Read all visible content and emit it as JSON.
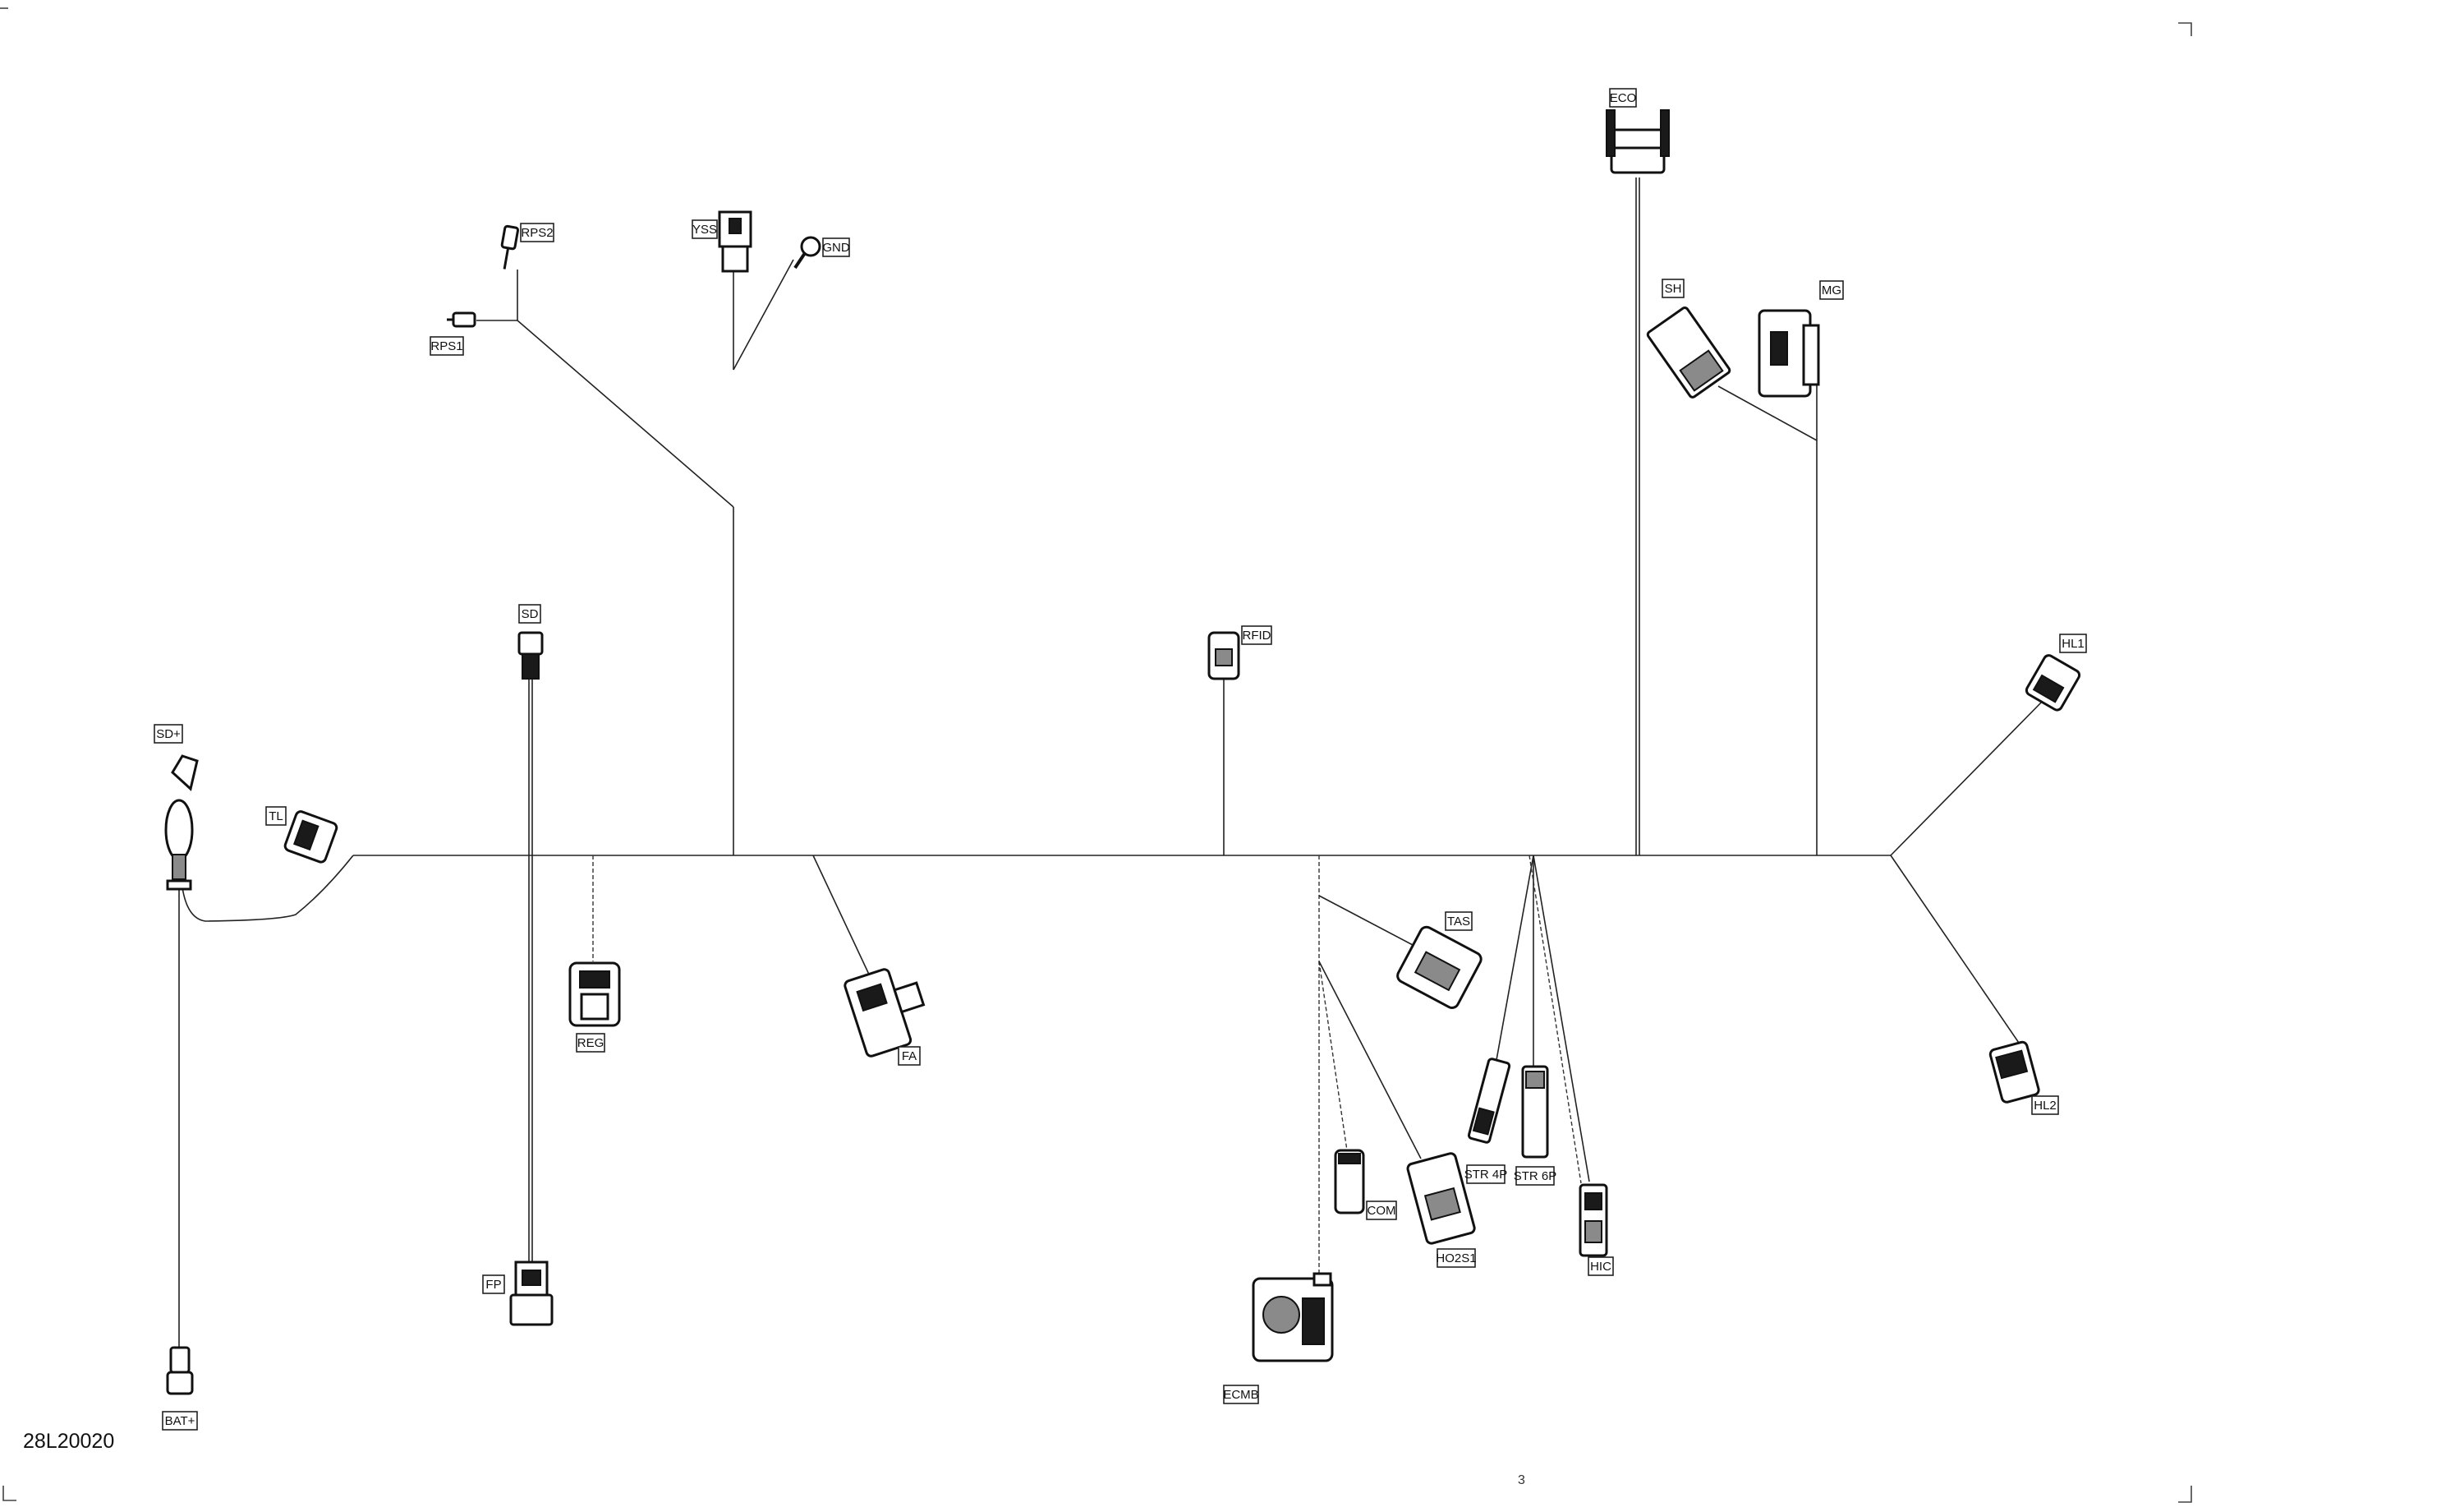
{
  "drawing_number": "28L20020",
  "page_mark": "3",
  "connectors": {
    "eco": "ECO",
    "sh": "SH",
    "mg": "MG",
    "rps2": "RPS2",
    "rps1": "RPS1",
    "yss": "YSS",
    "gnd": "GND",
    "sd": "SD",
    "rfid": "RFID",
    "sd_plus": "SD+",
    "tl": "TL",
    "hl1": "HL1",
    "reg": "REG",
    "fa": "FA",
    "tas": "TAS",
    "str4p": "STR 4P",
    "str6p": "STR 6P",
    "hl2": "HL2",
    "com": "COM",
    "ho2s1": "HO2S1",
    "hic": "HIC",
    "fp": "FP",
    "ecmb": "ECMB",
    "bat_plus": "BAT+"
  },
  "colors": {
    "line": "#222222",
    "background": "#ffffff"
  }
}
